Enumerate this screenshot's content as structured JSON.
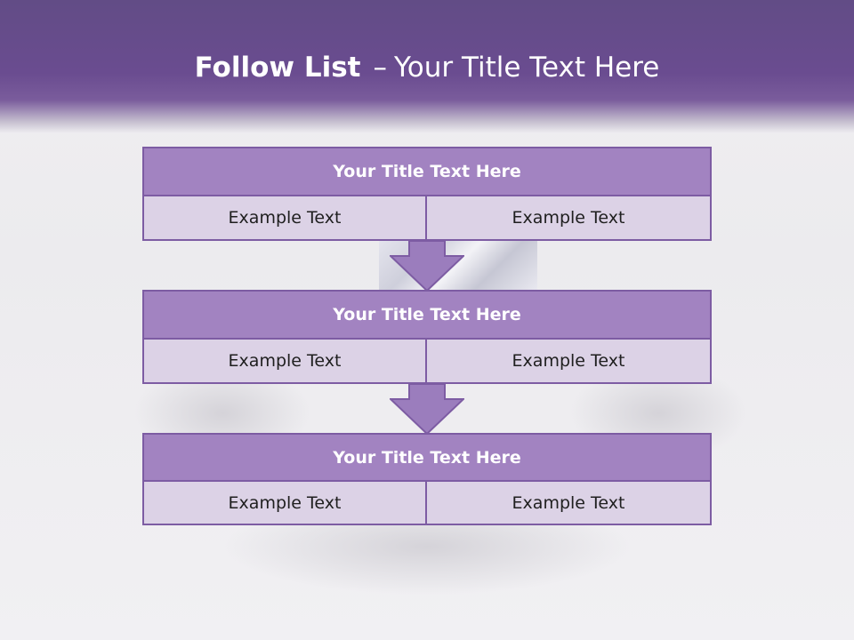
{
  "slide": {
    "title_bold": "Follow List",
    "title_dash": "–",
    "title_rest": "Your Title Text Here"
  },
  "blocks": [
    {
      "title": "Your Title Text Here",
      "left": "Example Text",
      "right": "Example Text"
    },
    {
      "title": "Your Title Text Here",
      "left": "Example Text",
      "right": "Example Text"
    },
    {
      "title": "Your Title Text Here",
      "left": "Example Text",
      "right": "Example Text"
    }
  ],
  "colors": {
    "header": "#6a4c90",
    "block_title_fill": "#a283c1",
    "cell_fill": "#dcd2e6",
    "border": "#7d5ca3"
  },
  "icons": [
    "down-arrow-icon"
  ]
}
